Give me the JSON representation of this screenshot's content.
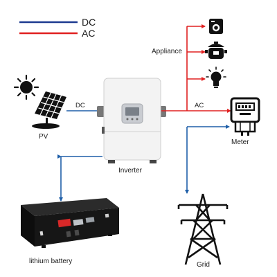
{
  "legend": {
    "dc_label": "DC",
    "ac_label": "AC"
  },
  "colors": {
    "dc": "#1f5fa8",
    "ac": "#e02020",
    "lines_legend_dc": "#1d3a8f",
    "lines_legend_ac": "#e02020"
  },
  "nodes": {
    "pv": "PV",
    "inverter": "Inverter",
    "appliance": "Appliance",
    "meter": "Meter",
    "grid": "Grid",
    "battery": "lithium battery"
  },
  "flows": {
    "pv_to_inverter": "DC",
    "inverter_to_appliance": "AC"
  },
  "icons": {
    "sun": "sun-icon",
    "solar_panel": "solar-panel-icon",
    "inverter": "inverter-icon",
    "washer": "washing-machine-icon",
    "cooker": "rice-cooker-icon",
    "bulb": "light-bulb-icon",
    "meter": "electric-meter-icon",
    "tower": "transmission-tower-icon",
    "battery": "battery-rack-icon"
  }
}
